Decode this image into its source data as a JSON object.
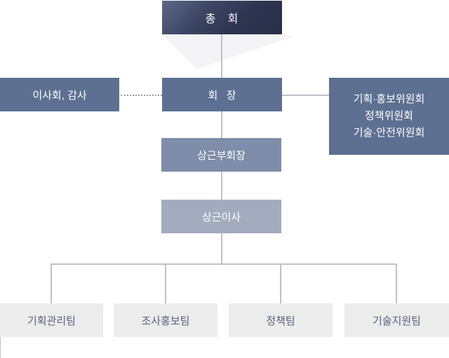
{
  "general_assembly": "총   회",
  "chairman": "회   장",
  "board": "이사회, 감사",
  "committees": [
    "기획·홍보위원회",
    "정책위원회",
    "기술·안전위원회"
  ],
  "vice_chairman": "상근부회장",
  "executive_director": "상근이사",
  "teams": [
    "기획관리팀",
    "조사홍보팀",
    "정책팀",
    "기술지원팀"
  ],
  "colors": {
    "top": "#2c3450",
    "dark": "#5e7092",
    "mid": "#7e8da9",
    "light": "#a2acbe",
    "team_bg": "#ececec",
    "line": "#c0bfcb"
  }
}
